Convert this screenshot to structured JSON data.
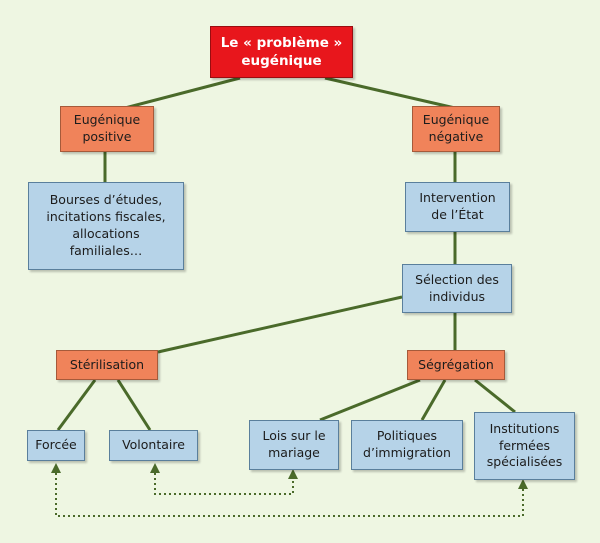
{
  "colors": {
    "background": "#eef6e2",
    "root": "#e8161c",
    "category": "#f0835a",
    "measure": "#b6d3e8",
    "line": "#4a6a2a",
    "dotted_link": "#4a6a2a"
  },
  "nodes": {
    "root": "Le « problème »\neugénique",
    "positive": "Eugénique\npositive",
    "negative": "Eugénique\nnégative",
    "bourses": "Bourses d’études,\nincitations fiscales,\nallocations\nfamiliales…",
    "intervention": "Intervention\nde l’État",
    "selection": "Sélection des\nindividus",
    "sterilisation": "Stérilisation",
    "segregation": "Ségrégation",
    "forcee": "Forcée",
    "volontaire": "Volontaire",
    "lois": "Lois sur le\nmariage",
    "politiques": "Politiques\nd’immigration",
    "institutions": "Institutions\nfermées\nspécialisées"
  }
}
